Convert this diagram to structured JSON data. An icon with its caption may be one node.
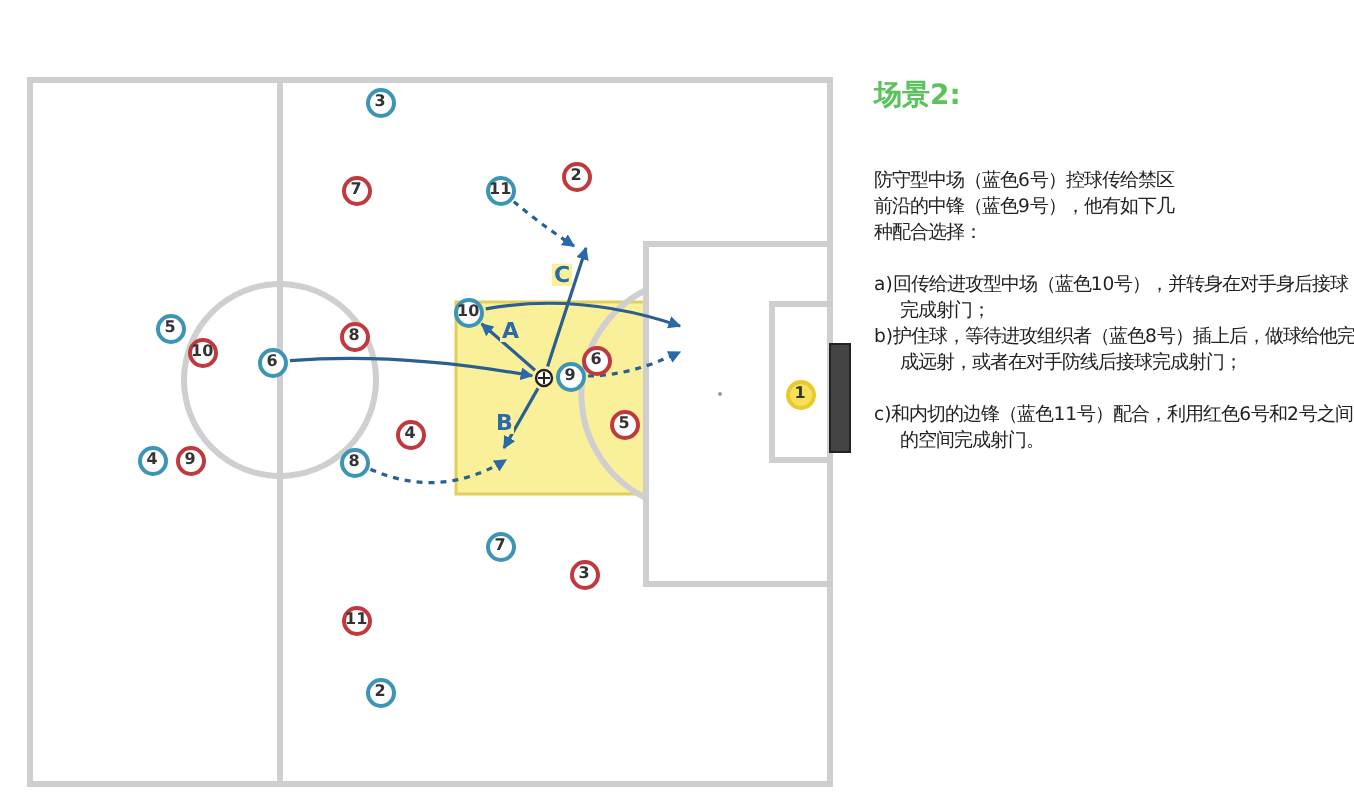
{
  "diagram": {
    "title": "场景2:",
    "nodes": [
      {
        "text": [
          "3"
        ]
      },
      {
        "text": [
          "11"
        ]
      },
      {
        "text": [
          "7"
        ]
      },
      {
        "text": [
          "2"
        ]
      },
      {
        "text": [
          "10"
        ]
      },
      {
        "text": [
          "5"
        ]
      },
      {
        "text": [
          "8"
        ]
      },
      {
        "text": [
          "10"
        ]
      },
      {
        "text": [
          "6"
        ]
      },
      {
        "text": [
          "6"
        ]
      },
      {
        "text": [
          "9"
        ]
      },
      {
        "text": [],
        "shape": "circle"
      },
      {
        "text": [
          "1"
        ]
      },
      {
        "text": [
          "5"
        ]
      },
      {
        "text": [
          "4"
        ]
      },
      {
        "text": [
          "4"
        ]
      },
      {
        "text": [
          "9"
        ]
      },
      {
        "text": [
          "8"
        ]
      },
      {
        "text": [
          "7"
        ]
      },
      {
        "text": [
          "3"
        ]
      },
      {
        "text": [
          "11"
        ]
      },
      {
        "text": [
          "2"
        ]
      }
    ],
    "edges": [
      {
        "from": 9,
        "to": 11,
        "arrow": "to"
      },
      {
        "from": 11,
        "to": 4,
        "arrow": "to",
        "label": "A"
      },
      {
        "from": 11,
        "to": null,
        "arrow": "to",
        "label": "B"
      },
      {
        "from": 11,
        "to": null,
        "arrow": "to",
        "label": "C"
      },
      {
        "from": 4,
        "to": null,
        "arrow": "to"
      },
      {
        "from": 10,
        "to": null,
        "arrow": "to",
        "style": "dashed"
      },
      {
        "from": 1,
        "to": null,
        "arrow": "to",
        "style": "dashed"
      },
      {
        "from": 17,
        "to": null,
        "arrow": "to",
        "style": "dashed"
      }
    ],
    "labels": [
      "防守型中场（蓝色6号）控球传给禁区前沿的中锋（蓝色9号），他有如下几种配合选择：",
      "a)回传给进攻型中场（蓝色10号），并转身在对手身后接球完成射门；",
      "b)护住球，等待进攻组织者（蓝色8号）插上后，做球给他完成远射，或者在对手防线后接球完成射门；",
      "c)和内切的边锋（蓝色11号）配合，利用红色6号和2号之间的空间完成射门。"
    ]
  }
}
